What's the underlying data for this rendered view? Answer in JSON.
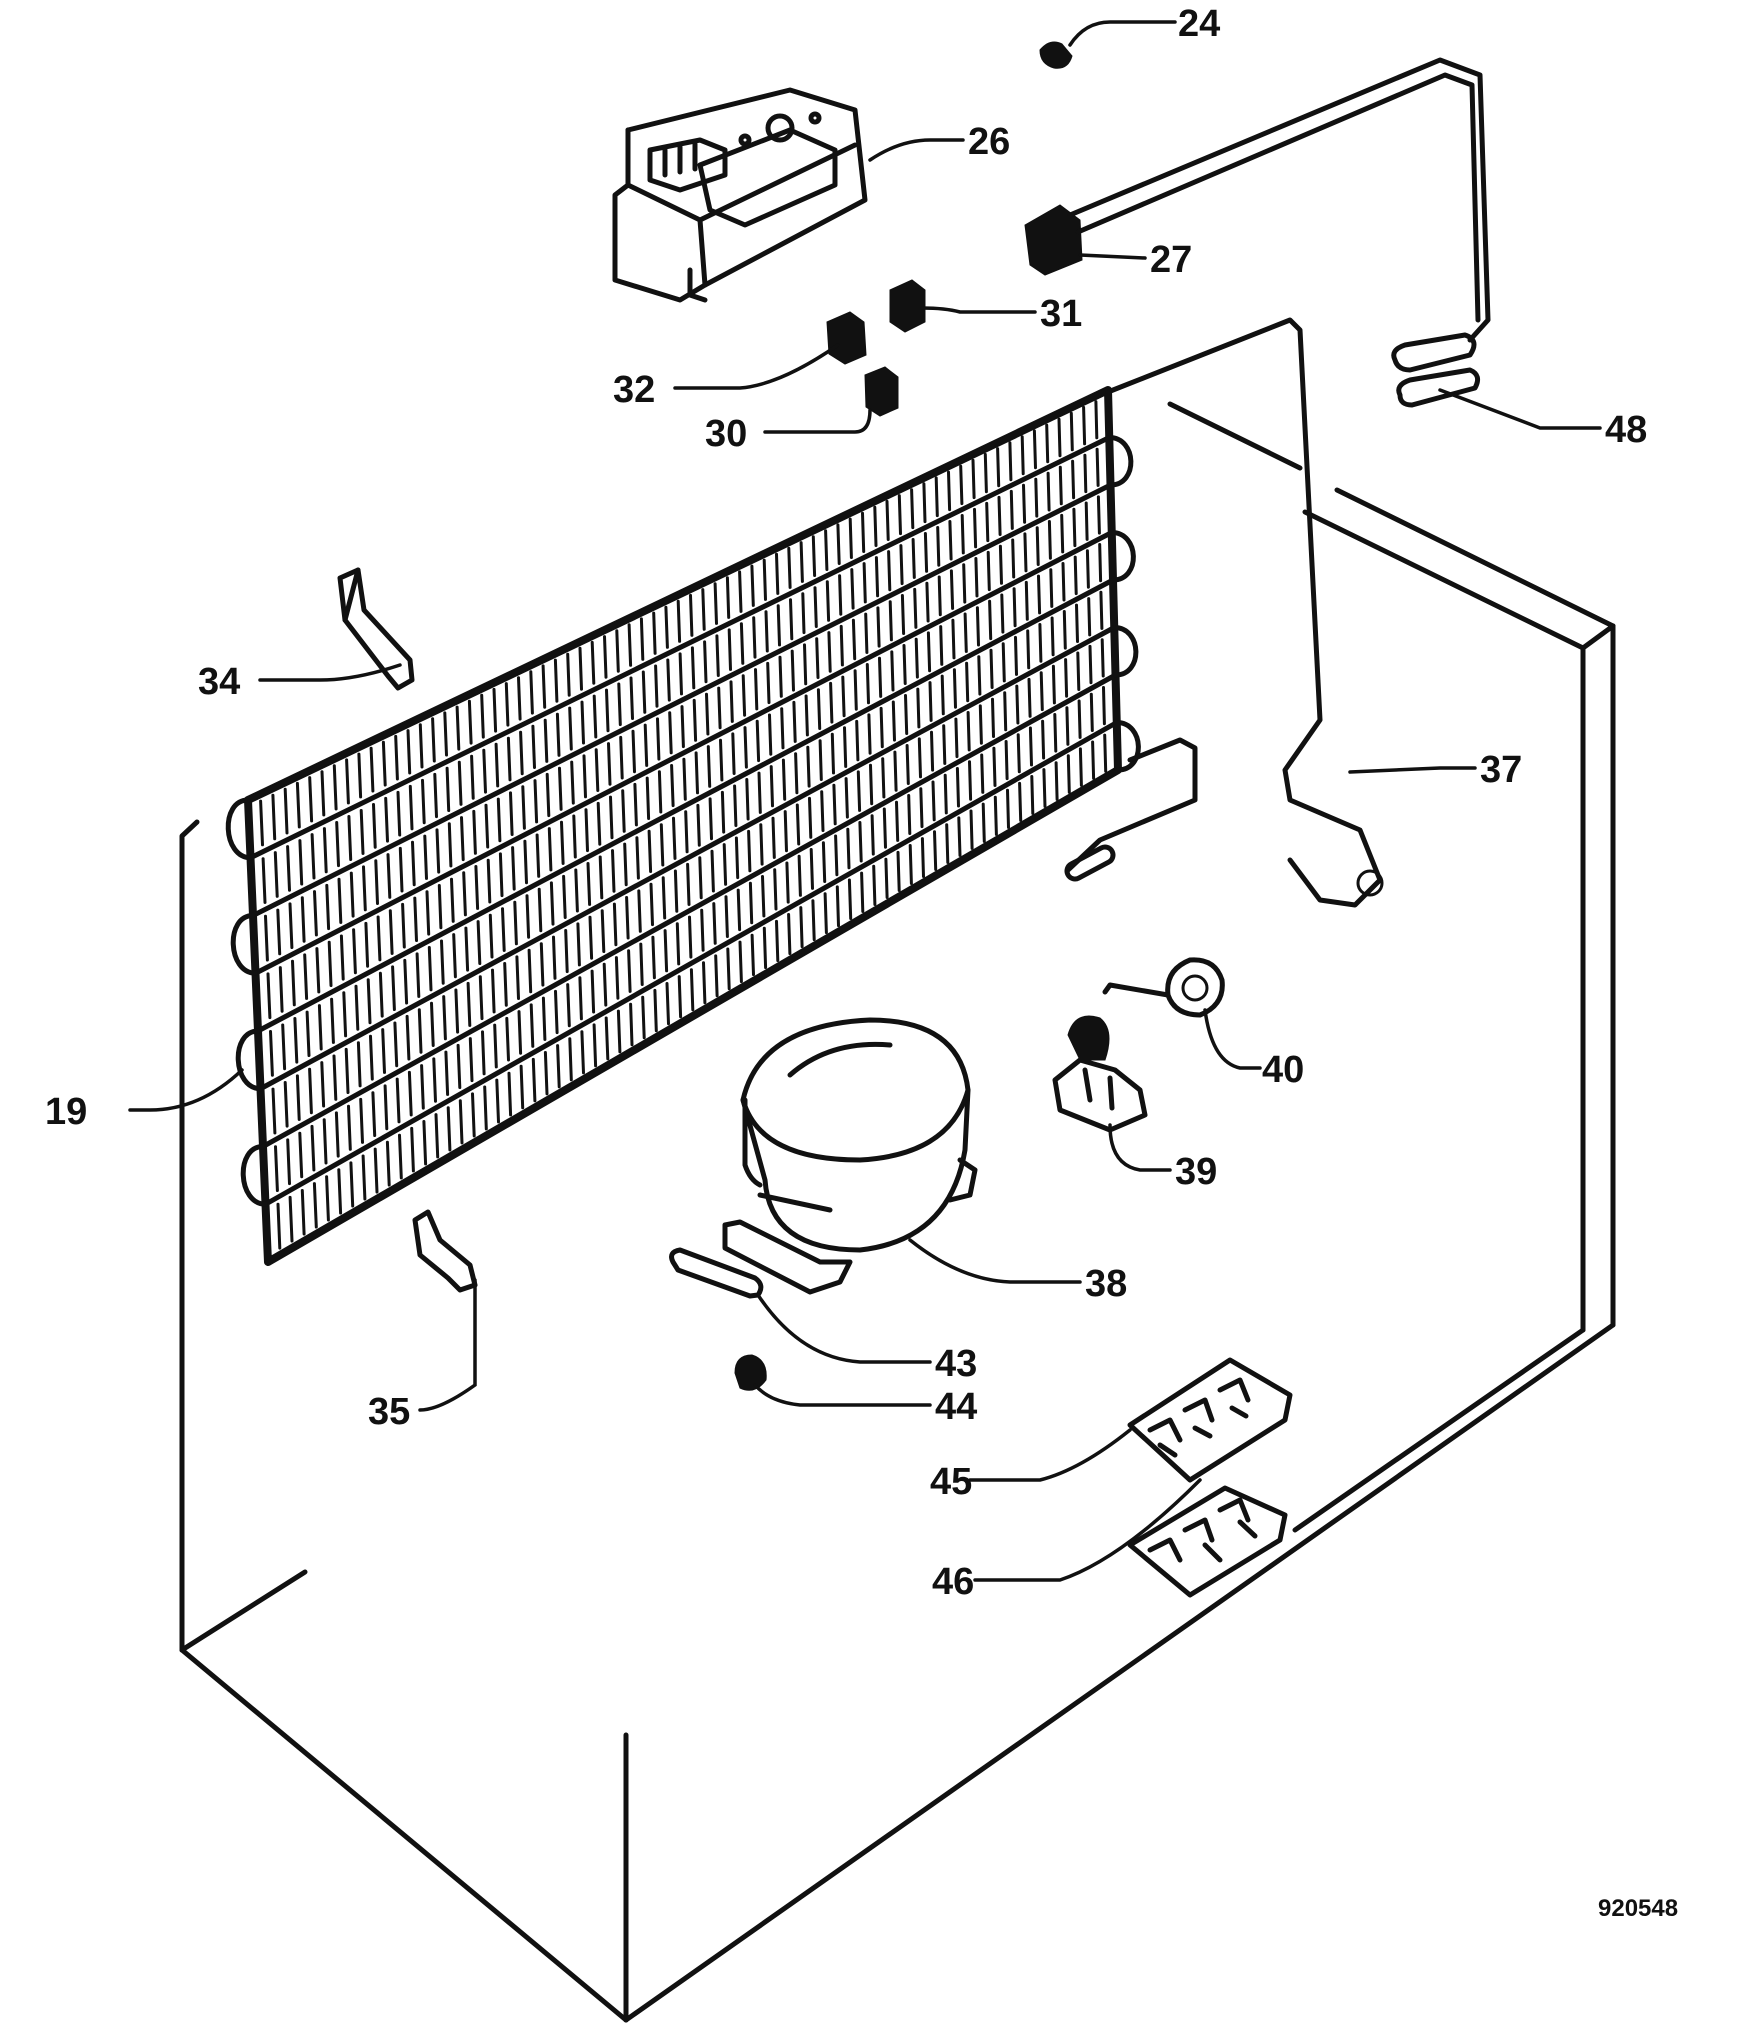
{
  "diagram": {
    "drawing_number": "920548",
    "callouts": [
      {
        "id": "c19",
        "label": "19"
      },
      {
        "id": "c24",
        "label": "24"
      },
      {
        "id": "c26",
        "label": "26"
      },
      {
        "id": "c27",
        "label": "27"
      },
      {
        "id": "c30",
        "label": "30"
      },
      {
        "id": "c31",
        "label": "31"
      },
      {
        "id": "c32",
        "label": "32"
      },
      {
        "id": "c34",
        "label": "34"
      },
      {
        "id": "c35",
        "label": "35"
      },
      {
        "id": "c37",
        "label": "37"
      },
      {
        "id": "c38",
        "label": "38"
      },
      {
        "id": "c39",
        "label": "39"
      },
      {
        "id": "c40",
        "label": "40"
      },
      {
        "id": "c43",
        "label": "43"
      },
      {
        "id": "c44",
        "label": "44"
      },
      {
        "id": "c45",
        "label": "45"
      },
      {
        "id": "c46",
        "label": "46"
      },
      {
        "id": "c48",
        "label": "48"
      }
    ]
  }
}
